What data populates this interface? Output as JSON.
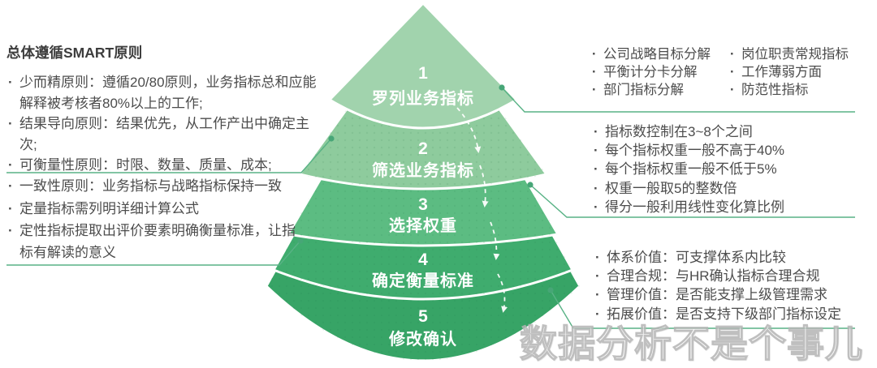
{
  "left_top": {
    "title": "总体遵循SMART原则",
    "items": [
      "少而精原则：遵循20/80原则，业务指标总和应能解释被考核者80%以上的工作;",
      "结果导向原则：结果优先，从工作产出中确定主次;",
      "可衡量性原则：时限、数量、质量、成本;",
      "一致性原则：业务指标与战略指标保持一致"
    ]
  },
  "left_bottom": {
    "items": [
      "定量指标需列明详细计算公式",
      "定性指标提取出评价要素明确衡量标准，让指标有解读的意义"
    ]
  },
  "right_top": {
    "col1": [
      "公司战略目标分解",
      "平衡计分卡分解",
      "部门指标分解"
    ],
    "col2": [
      "岗位职责常规指标",
      "工作薄弱方面",
      "防范性指标"
    ]
  },
  "right_middle": {
    "items": [
      "指标数控制在3~8个之间",
      "每个指标权重一般不高于40%",
      "每个指标权重一般不低于5%",
      "权重一般取5的整数倍",
      "得分一般利用线性变化算比例"
    ]
  },
  "right_bottom": {
    "items": [
      "体系价值：可支撑体系内比较",
      "合理合规：与HR确认指标合理合规",
      "管理价值：是否能支撑上级管理需求",
      "拓展价值：是否支持下级部门指标设定"
    ]
  },
  "funnel": {
    "levels": [
      {
        "number": "1",
        "label": "罗列业务指标",
        "color": "#a1d3ad"
      },
      {
        "number": "2",
        "label": "筛选业务指标",
        "color": "#8ecb9d"
      },
      {
        "number": "3",
        "label": "选择权重",
        "color": "#5cbc82"
      },
      {
        "number": "4",
        "label": "确定衡量标准",
        "color": "#3fac6e"
      },
      {
        "number": "5",
        "label": "修改确认",
        "color": "#37a466"
      }
    ]
  },
  "watermark": "数据分析不是个事儿",
  "colors": {
    "connector_line": "#58b285",
    "connector_dot": "#47a677",
    "level_text": "#ffffff",
    "arrow": "#ffffff",
    "body_text": "#4c4c4c"
  }
}
